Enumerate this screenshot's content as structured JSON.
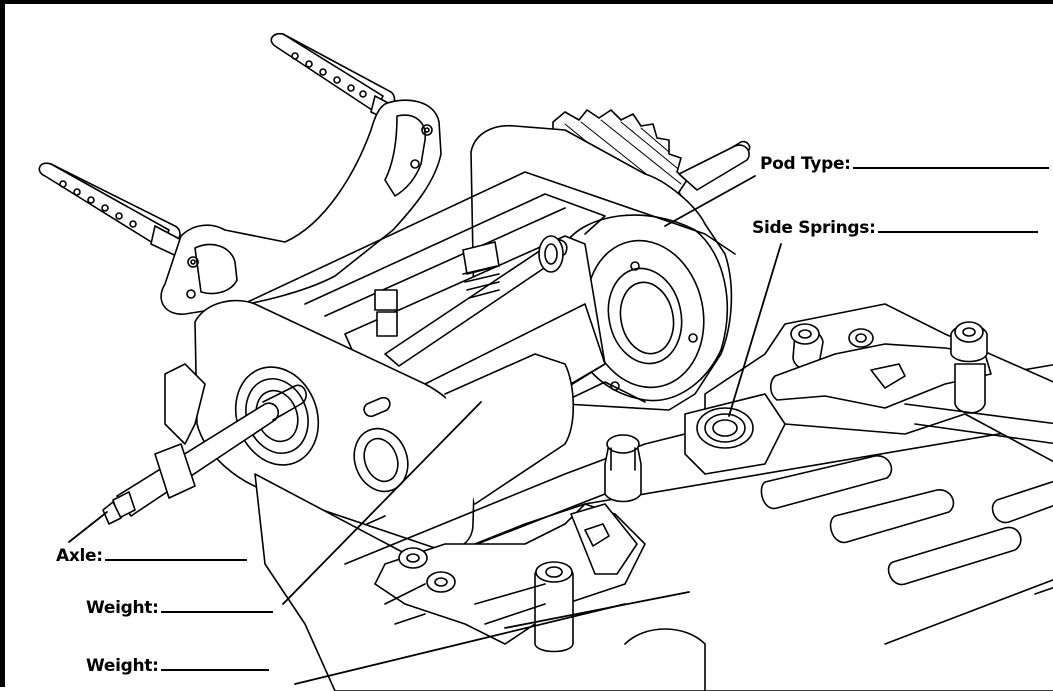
{
  "labels": {
    "pod_type": "Pod Type:",
    "side_springs": "Side Springs:",
    "axle": "Axle:",
    "weight_upper": "Weight:",
    "weight_lower": "Weight:"
  }
}
